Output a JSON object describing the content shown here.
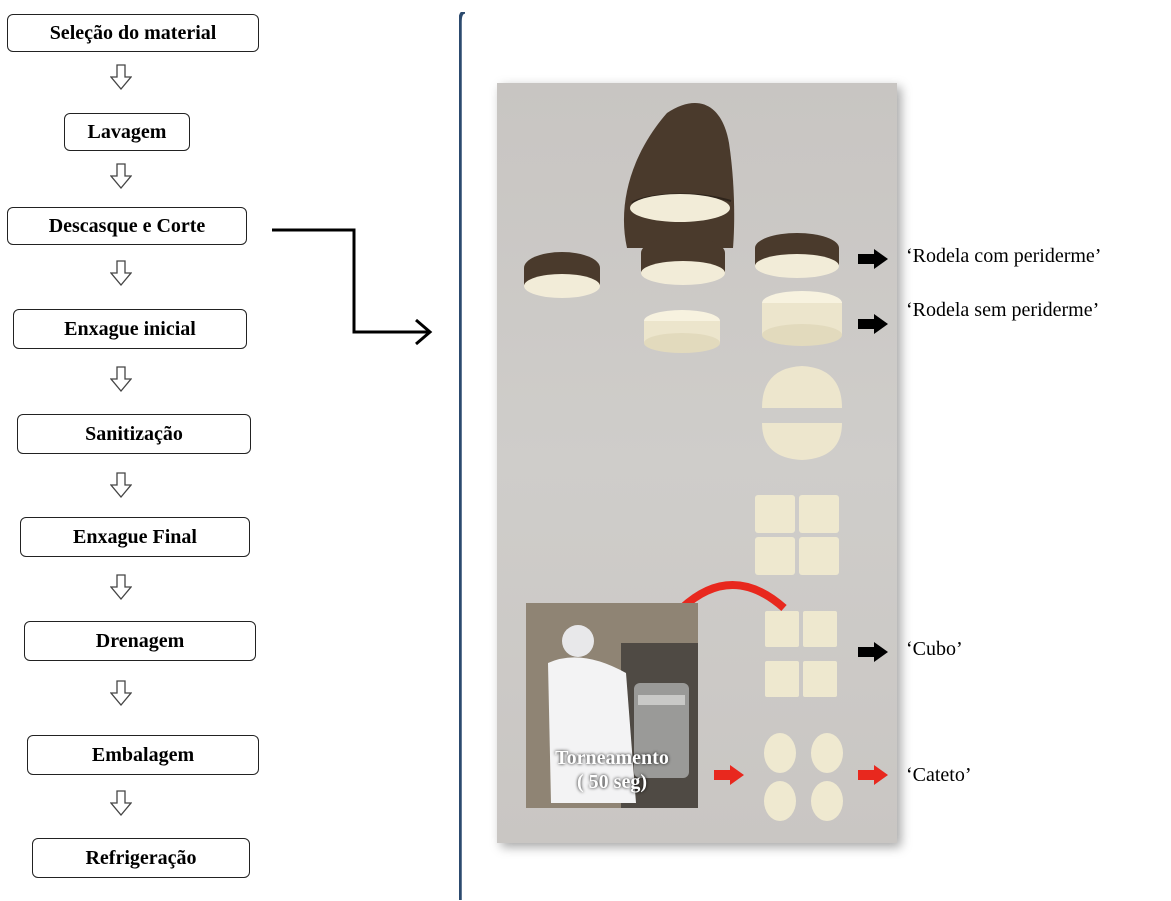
{
  "flow": {
    "steps": [
      {
        "label": "Seleção do material"
      },
      {
        "label": "Lavagem"
      },
      {
        "label": "Descasque e Corte"
      },
      {
        "label": "Enxague inicial"
      },
      {
        "label": "Sanitização"
      },
      {
        "label": "Enxague Final"
      },
      {
        "label": "Drenagem"
      },
      {
        "label": "Embalagem"
      },
      {
        "label": "Refrigeração"
      }
    ]
  },
  "photo": {
    "inset_label_line1": "Torneamento",
    "inset_label_line2": "( 50 seg)"
  },
  "cut_labels": {
    "rodela_com": "‘Rodela com periderme’",
    "rodela_sem": "‘Rodela sem periderme’",
    "cubo": "‘Cubo’",
    "cateto": "‘Cateto’"
  },
  "colors": {
    "black_arrow": "#000000",
    "red_arrow": "#e8281e",
    "bracket": "#2c4a6e",
    "box_border": "#222222"
  }
}
